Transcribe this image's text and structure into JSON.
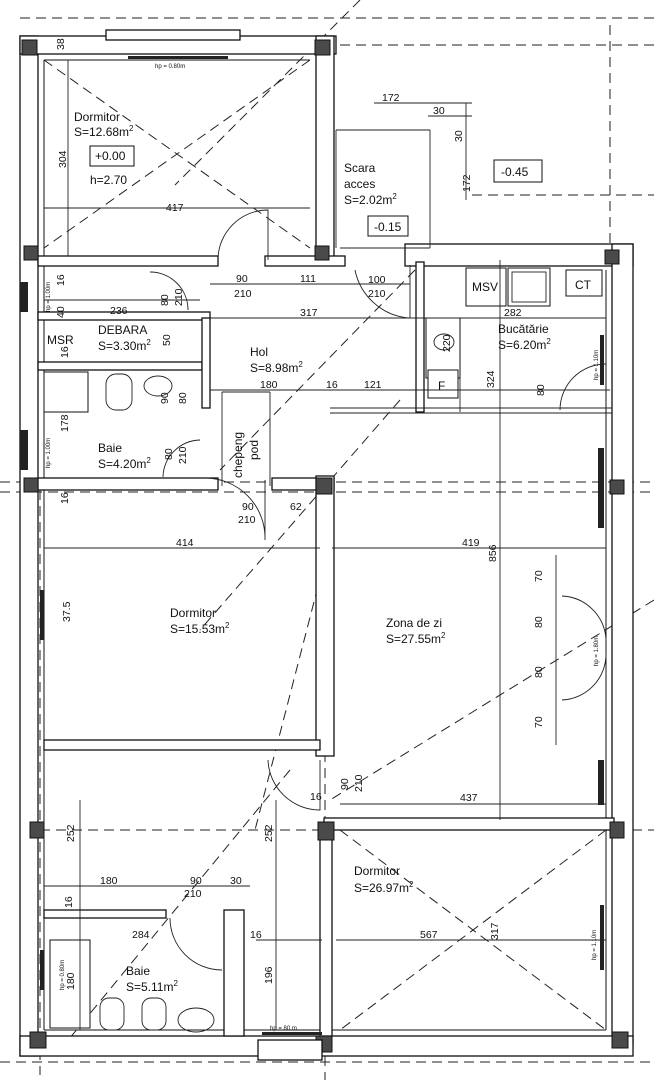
{
  "rooms": {
    "dormitor_nw": {
      "name": "Dormitor",
      "area": "S=12.68m",
      "level": "+0.00",
      "height": "h=2.70"
    },
    "scara": {
      "name1": "Scara",
      "name2": "acces",
      "area": "S=2.02m",
      "level": "-0.15"
    },
    "exterior_level": "-0.45",
    "debara": {
      "name": "DEBARA",
      "area": "S=3.30m"
    },
    "msr": "MSR",
    "hol": {
      "name": "Hol",
      "area": "S=8.98m"
    },
    "bucatarie": {
      "name": "Bucătărie",
      "area": "S=6.20m"
    },
    "msv": "MSV",
    "ct": "CT",
    "fridge": "F",
    "baie1": {
      "name": "Baie",
      "area": "S=4.20m"
    },
    "chepeng": {
      "line1": "chepeng",
      "line2": "pod"
    },
    "dormitor_w": {
      "name": "Dormitor",
      "area": "S=15.53m"
    },
    "zona_de_zi": {
      "name": "Zona de zi",
      "area": "S=27.55m"
    },
    "dormitor_se": {
      "name": "Dormitor",
      "area": "S=26.97m"
    },
    "baie2": {
      "name": "Baie",
      "area": "S=5.11m"
    },
    "sq": "2"
  },
  "dimensions": {
    "d38": "38",
    "d304": "304",
    "d417": "417",
    "d172a": "172",
    "d30a": "30",
    "d30b": "30",
    "d172b": "172",
    "d16a": "16",
    "d40": "40",
    "d236": "236",
    "d90a": "90",
    "d210a": "210",
    "d111": "111",
    "d100": "100",
    "d210b": "210",
    "d80a": "80",
    "d210c": "210",
    "d317a": "317",
    "d282": "282",
    "d16b": "16",
    "d50": "50",
    "d220": "220",
    "d324": "324",
    "d180a": "180",
    "d16c": "16",
    "d121": "121",
    "d90b": "90",
    "d80b": "80",
    "d178": "178",
    "d80c": "80",
    "d210d": "210",
    "d80d": "80",
    "d16d": "16",
    "d90c": "90",
    "d210e": "210",
    "d62": "62",
    "d414": "414",
    "d419": "419",
    "d856": "856",
    "d70a": "70",
    "d80e": "80",
    "d80f": "80",
    "d70b": "70",
    "d375": "37.5",
    "d90d": "90",
    "d210f": "210",
    "d16e": "16",
    "d437": "437",
    "d252a": "252",
    "d252b": "252",
    "d180b": "180",
    "d90e": "90",
    "d30c": "30",
    "d210g": "210",
    "d16f": "16",
    "d284": "284",
    "d16g": "16",
    "d567": "567",
    "d317b": "317",
    "d180c": "180",
    "d196": "196"
  },
  "window_tags": {
    "w1": "hp = 0.80m",
    "w2": "hp = 1.00m",
    "w3": "hp = 1.00m",
    "w4": "hp = 1.10m",
    "w5": "hp = 1.80m",
    "w6": "hp = 1.10m",
    "w7": "hp = 0.80m",
    "w8": "hp = 80 m"
  }
}
